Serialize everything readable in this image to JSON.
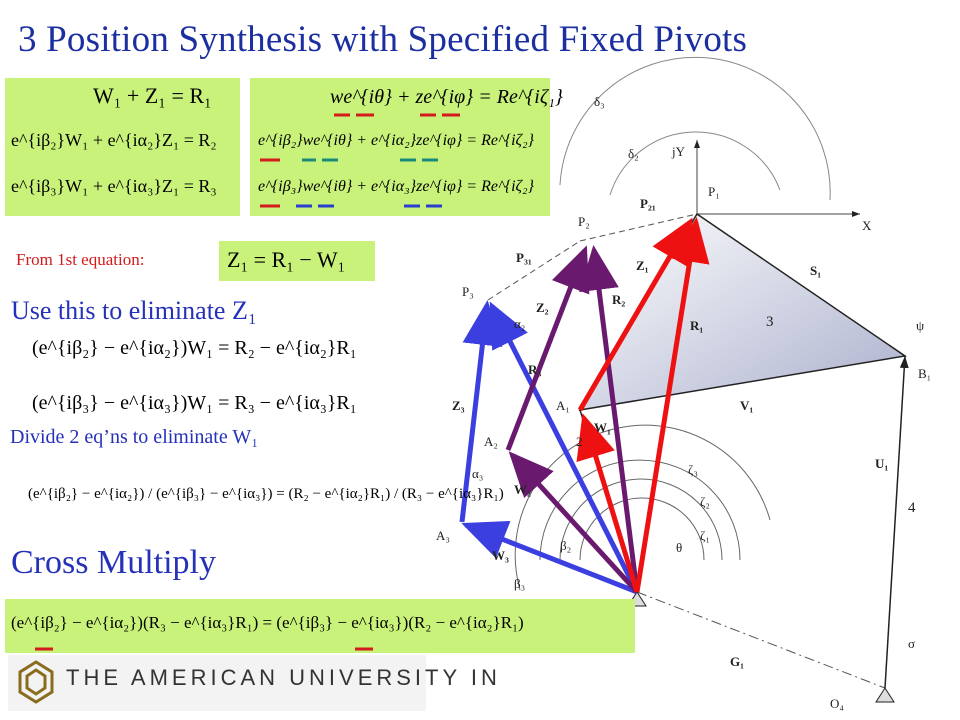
{
  "title": "3 Position Synthesis with Specified Fixed Pivots",
  "eq_box_left": [
    "W₁ + Z₁ = R₁",
    "e^{iβ₂}W₁ + e^{iα₂}Z₁ = R₂",
    "e^{iβ₃}W₁ + e^{iα₃}Z₁ = R₃"
  ],
  "eq_box_right": [
    "we^{iθ} + ze^{iφ} = Re^{iζ₁}",
    "e^{iβ₂}we^{iθ} + e^{iα₂}ze^{iφ} = Re^{iζ₂}",
    "e^{iβ₃}we^{iθ} + e^{iα₃}ze^{iφ} = Re^{iζ₂}"
  ],
  "from_first_label": "From 1st equation:",
  "from_first_eq": "Z₁ = R₁ − W₁",
  "use_this_text": "Use this to eliminate Z₁",
  "elim_eq_1": "(e^{iβ₂} − e^{iα₂})W₁ = R₂ − e^{iα₂}R₁",
  "elim_eq_2": "(e^{iβ₃} − e^{iα₃})W₁ = R₃ − e^{iα₃}R₁",
  "divide_text": "Divide 2 eq’ns to eliminate W₁",
  "ratio_eq": "(e^{iβ₂} − e^{iα₂}) / (e^{iβ₃} − e^{iα₃}) = (R₂ − e^{iα₂}R₁) / (R₃ − e^{iα₃}R₁)",
  "cross_multiply_text": "Cross Multiply",
  "cross_eq": "(e^{iβ₂} − e^{iα₂})(R₃ − e^{iα₃}R₁) = (e^{iβ₃} − e^{iα₃})(R₂ − e^{iα₂}R₁)",
  "logo_text": "THE AMERICAN UNIVERSITY IN",
  "diagram_labels": {
    "P1": "P₁",
    "P2": "P₂",
    "P3": "P₃",
    "P21": "P₂₁",
    "P31": "P₃₁",
    "A1": "A₁",
    "A2": "A₂",
    "A3": "A₃",
    "B1": "B₁",
    "O4": "O₄",
    "S1": "S₁",
    "V1": "V₁",
    "U1": "U₁",
    "G1": "G₁",
    "Z1": "Z₁",
    "Z2": "Z₂",
    "Z3": "Z₃",
    "R1": "R₁",
    "R2": "R₂",
    "R3": "R₃",
    "W1": "W₁",
    "W2": "W₂",
    "W3": "W₃",
    "delta2": "δ₂",
    "delta3": "δ₃",
    "alpha2": "α₂",
    "alpha3": "α₃",
    "beta2": "β₂",
    "beta3": "β₃",
    "zeta1": "ζ₁",
    "zeta2": "ζ₂",
    "zeta3": "ζ₃",
    "theta": "θ",
    "psi": "ψ",
    "sigma": "σ",
    "jY": "jY",
    "X": "X",
    "link2": "2",
    "link3": "3",
    "link4": "4"
  },
  "colors": {
    "title_blue": "#1b2fa0",
    "eq_green": "#c9f27a",
    "arrow_red": "#ee1111",
    "arrow_purple": "#6a1a6e",
    "arrow_blue": "#3b3fe0",
    "underline_red": "#d41b1b",
    "underline_green": "#1a8a7a",
    "underline_blue": "#2a3fcf"
  }
}
